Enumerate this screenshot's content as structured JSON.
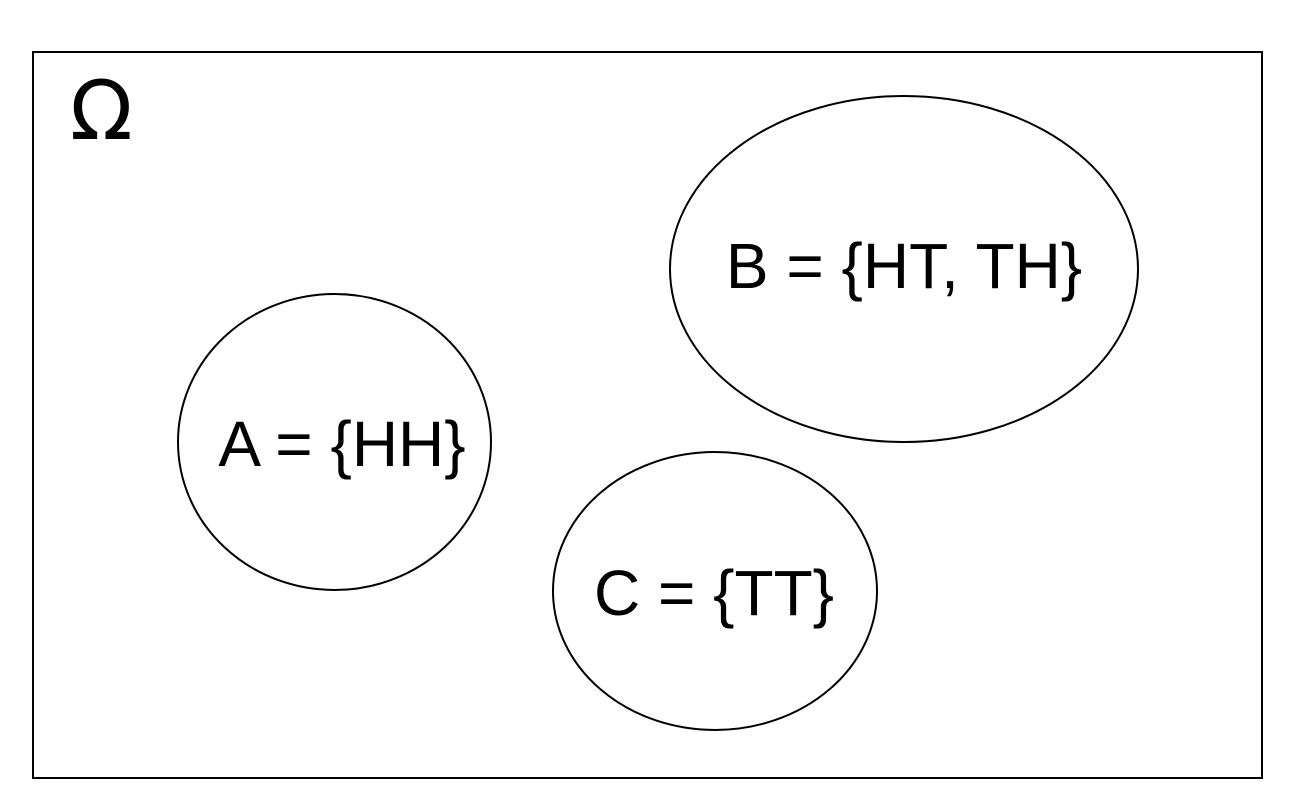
{
  "diagram": {
    "universe_label": "Ω",
    "sets": [
      {
        "label": "A = {HH}"
      },
      {
        "label": "B = {HT, TH}"
      },
      {
        "label": "C = {TT}"
      }
    ]
  }
}
